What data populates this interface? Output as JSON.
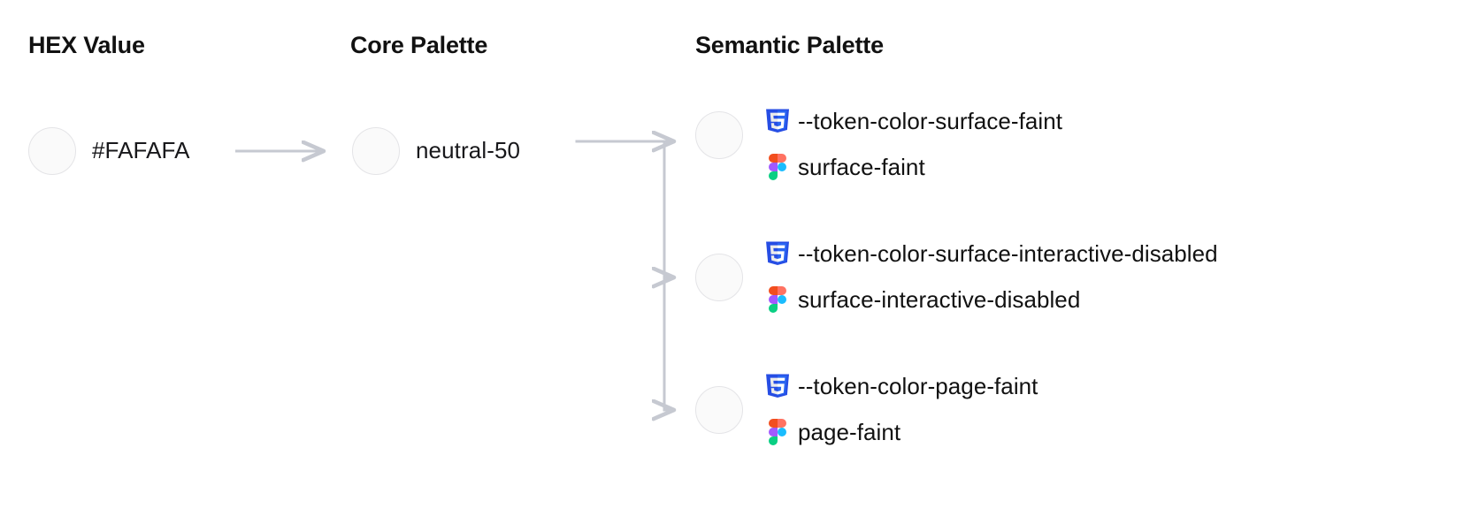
{
  "columns": {
    "hex": "HEX Value",
    "core": "Core Palette",
    "semantic": "Semantic Palette"
  },
  "hex": {
    "swatch_color": "#FAFAFA",
    "value": "#FAFAFA"
  },
  "core": {
    "swatch_color": "#FAFAFA",
    "value": "neutral-50"
  },
  "semantic": {
    "swatch_color": "#FAFAFA",
    "groups": [
      {
        "css_icon": "css3-icon",
        "css_token": "--token-color-surface-faint",
        "figma_icon": "figma-icon",
        "figma_token": "surface-faint"
      },
      {
        "css_icon": "css3-icon",
        "css_token": "--token-color-surface-interactive-disabled",
        "figma_icon": "figma-icon",
        "figma_token": "surface-interactive-disabled"
      },
      {
        "css_icon": "css3-icon",
        "css_token": "--token-color-page-faint",
        "figma_icon": "figma-icon",
        "figma_token": "page-faint"
      }
    ]
  },
  "theme": {
    "background": "#FFFFFF",
    "heading_color": "#111111",
    "text_color": "#18181B",
    "swatch_border": "#E4E4E7",
    "connector_color": "#C6C9D1",
    "css_icon_dark": "#264DE4",
    "css_icon_light": "#2965F1",
    "css_icon_glyph": "#FFFFFF",
    "figma_orange": "#F24E1E",
    "figma_salmon": "#FF7262",
    "figma_purple": "#A259FF",
    "figma_blue": "#1ABCFE",
    "figma_green": "#0ACF83"
  },
  "connectors": {
    "hex_to_core_label": "arrow-hex-to-core",
    "core_to_semantic_label": "arrow-core-to-semantic-branching"
  }
}
